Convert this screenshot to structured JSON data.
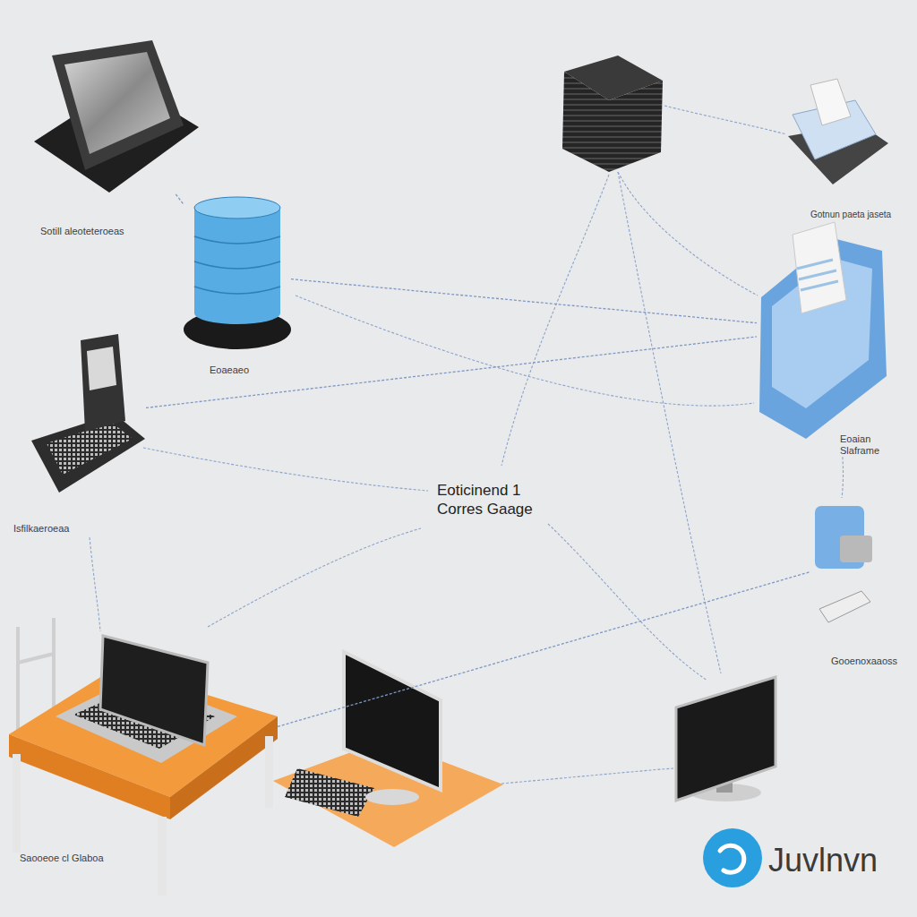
{
  "diagram": {
    "nodes": [
      {
        "text": [
          "Sotill aleoteteroeas"
        ]
      },
      {
        "text": [
          "Gotnun paeta jaseta"
        ]
      },
      {
        "text": [
          "Eoaeaeo"
        ]
      },
      {
        "text": [
          "Eoaian Slaframe"
        ]
      },
      {
        "text": [
          "Isfilkaeroeaa"
        ]
      },
      {
        "text": [
          "Gooenoxaaoss"
        ]
      },
      {
        "text": [
          "Saooeoe cl Glaboa"
        ]
      }
    ],
    "edges": [
      {
        "from": 0,
        "to": 2,
        "arrow": "none"
      },
      {
        "from": 2,
        "to": 3,
        "arrow": "none"
      },
      {
        "from": 4,
        "to": 3,
        "arrow": "none"
      },
      {
        "from": 6,
        "to": 5,
        "arrow": "none"
      }
    ],
    "labels": [
      "Eoticinend 1 Corres Gaage",
      "Juvlnvn"
    ]
  }
}
